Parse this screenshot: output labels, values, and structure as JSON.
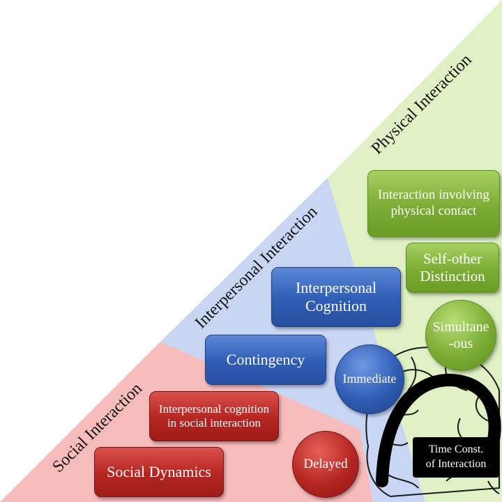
{
  "bands": {
    "physical": "Physical Interaction",
    "interpersonal": "Interpersonal Interaction",
    "social": "Social Interaction"
  },
  "boxes": {
    "contact_line1": "Interaction  involving",
    "contact_line2": "physical  contact",
    "self_other_line1": "Self-other",
    "self_other_line2": "Distinction",
    "ip_cognition_line1": "Interpersonal",
    "ip_cognition_line2": "Cognition",
    "contingency": "Contingency",
    "social_cognition_line1": "Interpersonal cognition",
    "social_cognition_line2": "in social interaction",
    "social_dynamics": "Social Dynamics"
  },
  "timescales": {
    "simultaneous_line1": "Simultane",
    "simultaneous_line2": "-ous",
    "immediate": "Immediate",
    "delayed": "Delayed"
  },
  "time_constant": {
    "line1": "Time Const.",
    "line2": "of Interaction"
  },
  "colors": {
    "physical_band": "#dff0c4",
    "interpersonal_band": "#c9d6f3",
    "social_band": "#f6bcbc",
    "green": "#7bac34",
    "blue": "#2f5db5",
    "red": "#b52522"
  }
}
